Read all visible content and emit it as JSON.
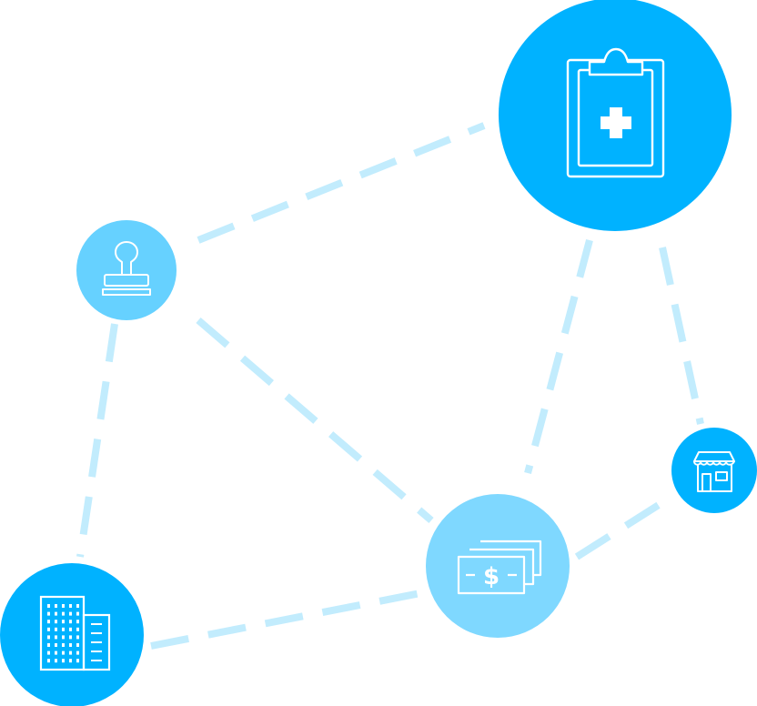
{
  "colors": {
    "background": "#ffffff",
    "connector": "#c2ecfd",
    "node_primary": "#00b2ff",
    "node_light": "#7fd8ff",
    "node_mid": "#66d1ff",
    "icon_stroke": "#ffffff"
  },
  "nodes": [
    {
      "id": "medical-record",
      "icon": "clipboard-medical-cross-icon",
      "tone": "primary"
    },
    {
      "id": "stamp",
      "icon": "rubber-stamp-icon",
      "tone": "mid"
    },
    {
      "id": "store",
      "icon": "storefront-icon",
      "tone": "primary"
    },
    {
      "id": "money",
      "icon": "cash-stack-icon",
      "tone": "light"
    },
    {
      "id": "office",
      "icon": "office-buildings-icon",
      "tone": "primary"
    }
  ],
  "edges": [
    {
      "from": "stamp",
      "to": "medical-record"
    },
    {
      "from": "stamp",
      "to": "money"
    },
    {
      "from": "stamp",
      "to": "office"
    },
    {
      "from": "medical-record",
      "to": "money"
    },
    {
      "from": "medical-record",
      "to": "store"
    },
    {
      "from": "money",
      "to": "store"
    },
    {
      "from": "office",
      "to": "money"
    }
  ]
}
